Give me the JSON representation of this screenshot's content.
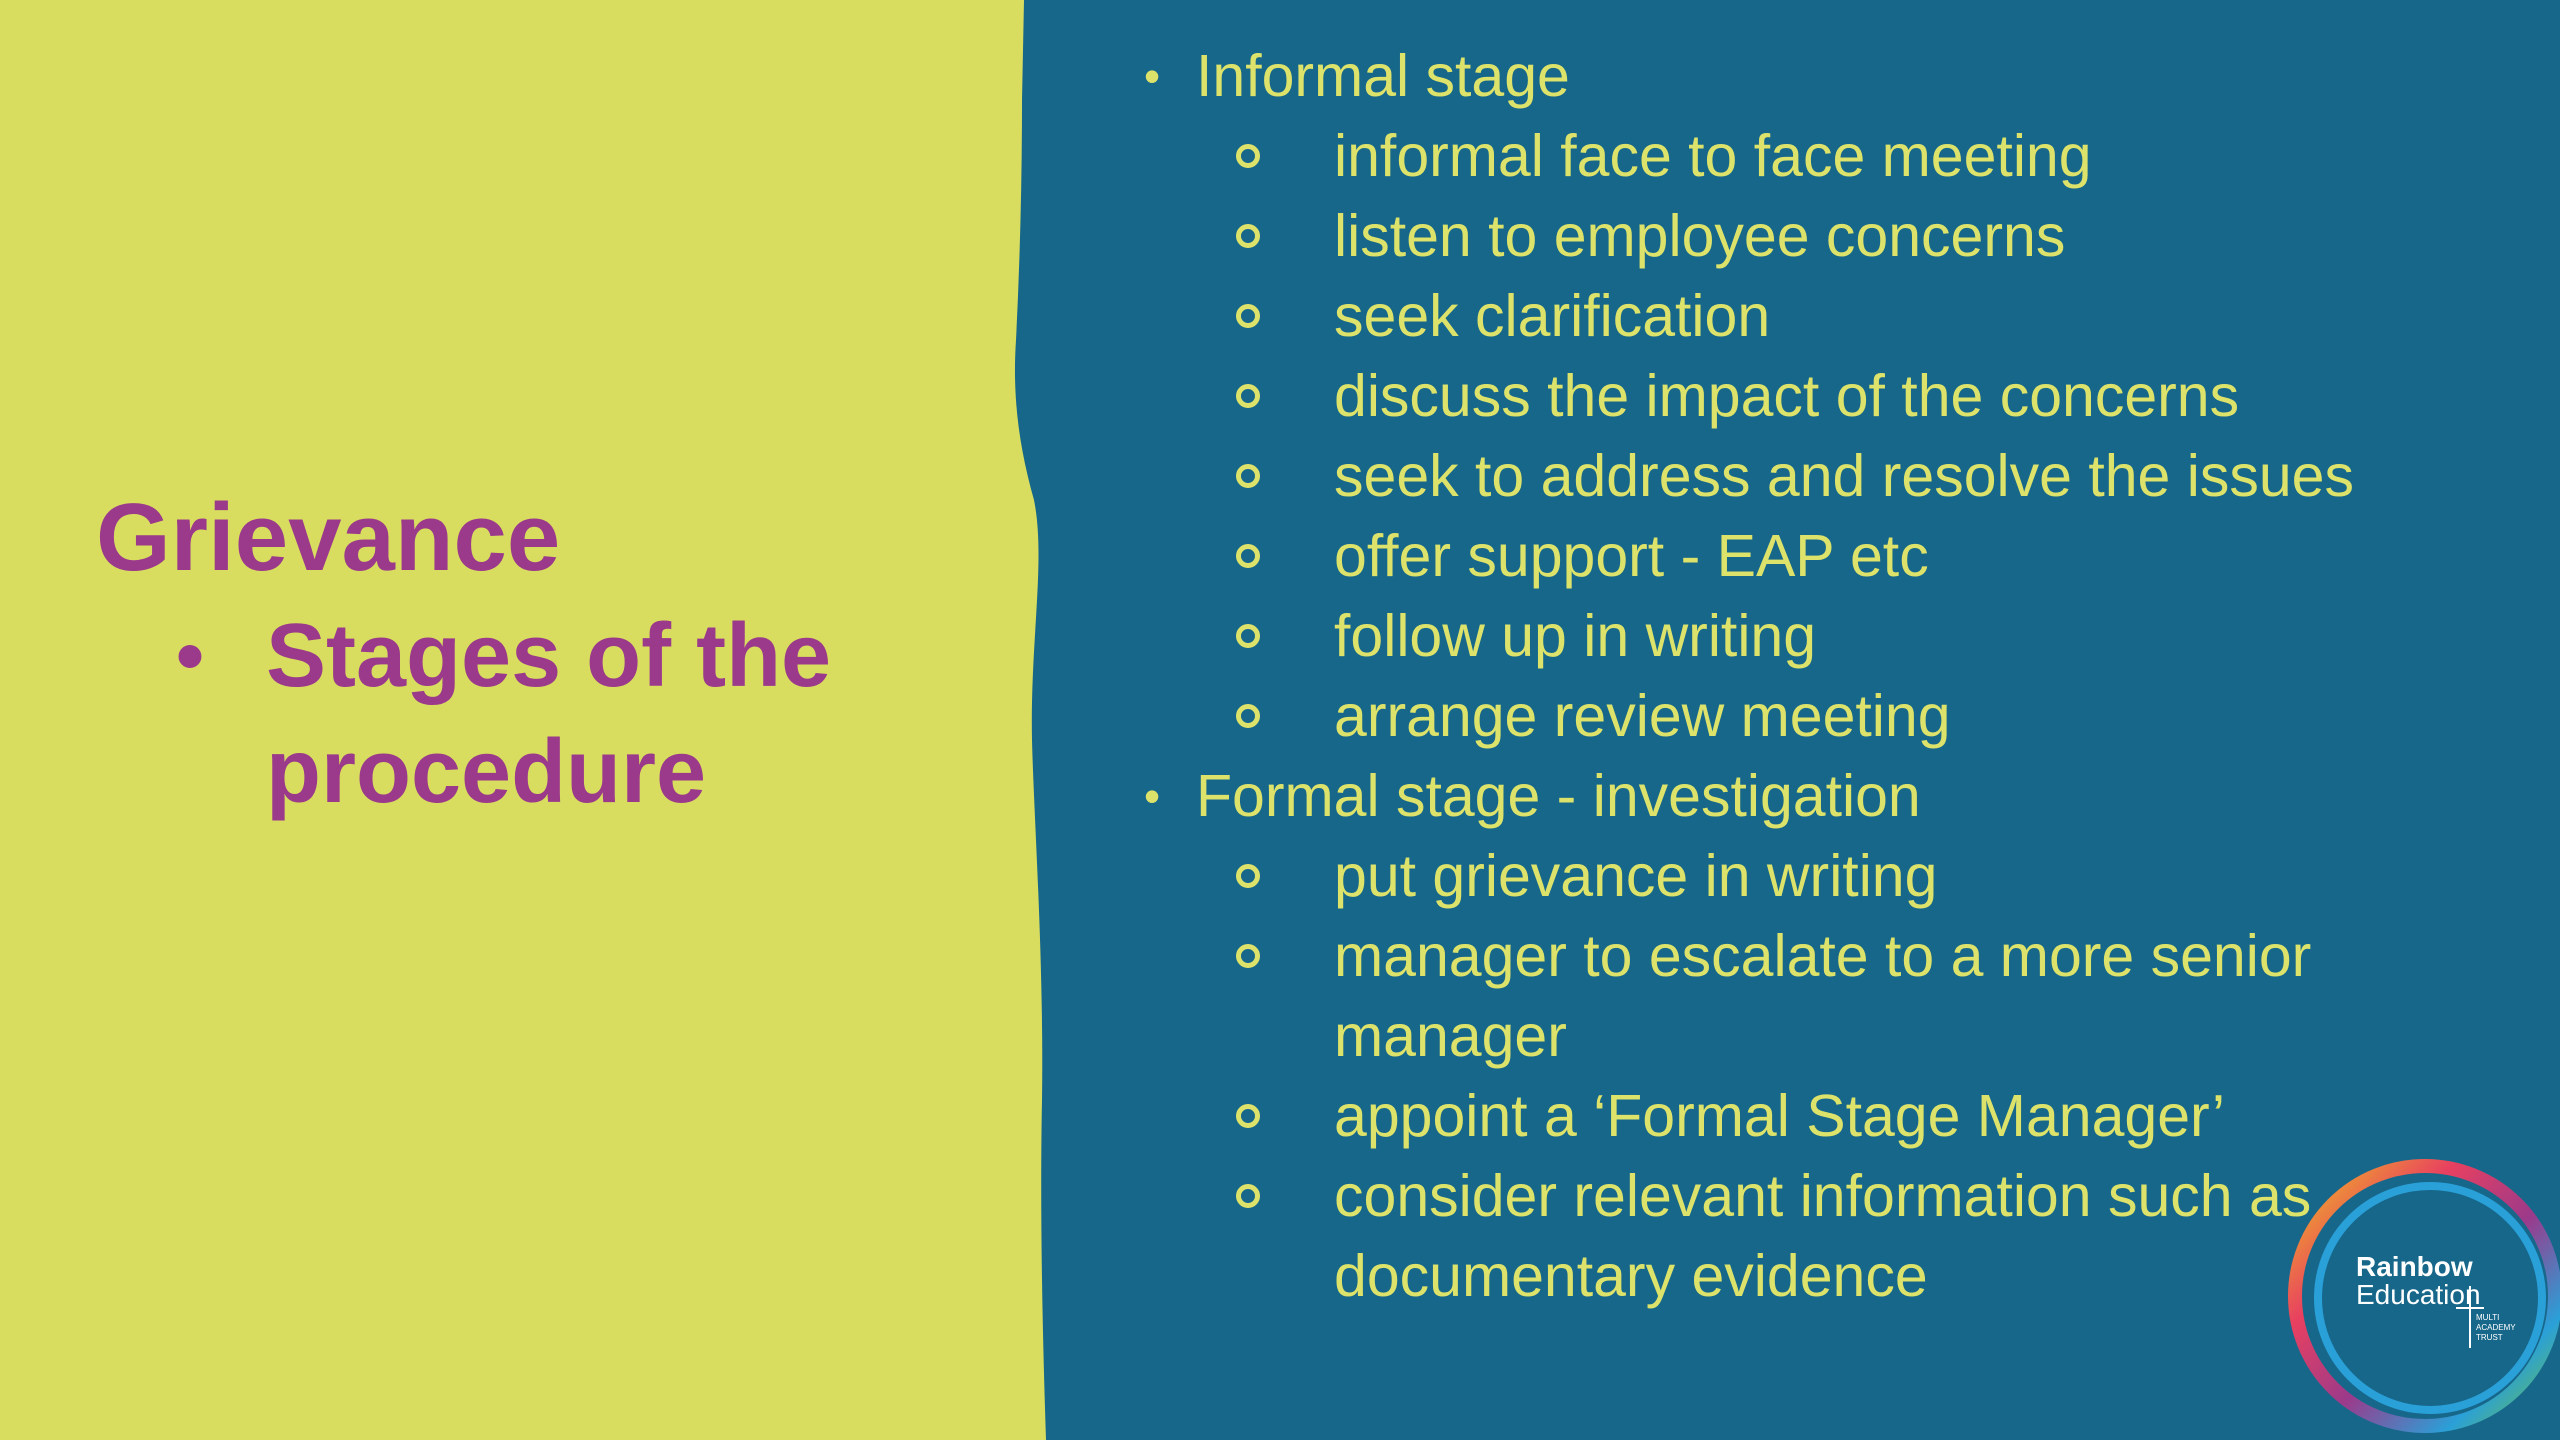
{
  "slide": {
    "title": "Grievance",
    "subtitle": "Stages of the procedure",
    "subtitle_bullet": "•"
  },
  "content": {
    "level1_bullet": "•",
    "sections": [
      {
        "heading": "Informal stage",
        "items": [
          "informal face to face meeting",
          "listen to employee concerns",
          "seek clarification",
          "discuss the impact of the concerns",
          "seek to address and resolve the issues",
          "offer support  - EAP etc",
          "follow up in writing",
          "arrange review meeting"
        ]
      },
      {
        "heading": "Formal stage - investigation",
        "items": [
          "put grievance in writing",
          "manager to escalate to a more senior manager",
          "appoint a ‘Formal Stage Manager’",
          " consider relevant information such as documentary evidence"
        ]
      }
    ]
  },
  "logo": {
    "line1": "Rainbow",
    "line2": "Education",
    "line3": "MULTI",
    "line4": "ACADEMY",
    "line5": "TRUST"
  },
  "colors": {
    "left_background": "#d8dd60",
    "right_background": "#17678a",
    "title_text": "#9b3a8b",
    "body_text": "#dde36a"
  }
}
